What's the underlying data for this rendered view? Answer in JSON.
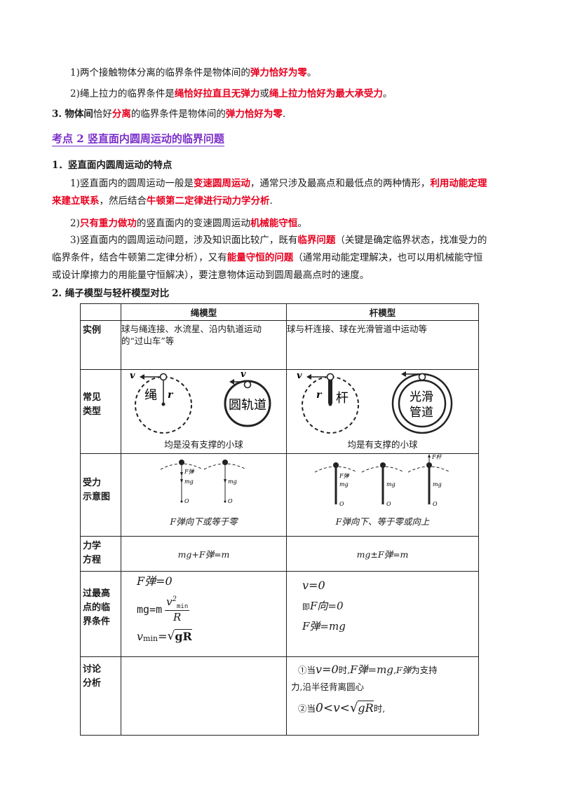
{
  "intro": {
    "l1_pre": "1)两个接触物体分离的临界条件是物体间的",
    "l1_red": "弹力恰好为零",
    "l1_end": "。",
    "l2_pre": "2)绳上拉力的临界条件是",
    "l2_red1": "绳恰好拉直且无弹力",
    "l2_mid": "或",
    "l2_red2": "绳上拉力恰好为最大承受力",
    "l2_end": "。",
    "l3_num": "3.",
    "l3_pre": "物体间",
    "l3_mid1": "恰好",
    "l3_red1": "分离",
    "l3_mid2": "的临界条件是物体间的",
    "l3_red2": "弹力恰好为零",
    "l3_end": "."
  },
  "section": {
    "title": "考点 2 竖直面内圆周运动的临界问题"
  },
  "sub1": {
    "title": "1．竖直面内圆周运动的特点",
    "p1_pre": "1)竖直面内的圆周运动一般是",
    "p1_red1": "变速圆周运动",
    "p1_mid": "，通常只涉及最高点和最低点的两种情形，",
    "p1_red2": "利用动能定理",
    "p1_red3": "来建立联系",
    "p1_mid2": "，然后结合",
    "p1_red4": "牛顿第二定律进行动力学分析",
    "p1_end": ".",
    "p2_pre": "2)",
    "p2_red1": "只有重力做功",
    "p2_mid": "的竖直面内的变速圆周运动",
    "p2_red2": "机械能守恒",
    "p2_end": "。",
    "p3_a": "3)竖直面内的圆周运动问题，涉及知识面比较广，既有",
    "p3_red1": "临界问题",
    "p3_b": "（关键是确定临界状态，找准受力的",
    "p3_c": "临界条件，结合牛顿第二定律分析），又有",
    "p3_red2": "能量守恒的问题",
    "p3_d": "（通常用动能定理解决，也可以用机械能守恒",
    "p3_e": "或设计摩擦力的用能量守恒解决），要注意物体运动到圆周最高点时的速度。"
  },
  "sub2": {
    "title": "2. 绳子模型与轻杆模型对比"
  },
  "table": {
    "col_rope": "绳模型",
    "col_rod": "杆模型",
    "row1_head": "实例",
    "row1_rope_a": "球与绳连接、水流星、沿内轨道运动",
    "row1_rope_b": "的“过山车”等",
    "row1_rod": "球与杆连接、球在光滑管道中运动等",
    "row2_head_a": "常见",
    "row2_head_b": "类型",
    "rope_label": "绳",
    "rope_r": "r",
    "rope_v": "v",
    "track_label": "圆轨道",
    "track_v": "v",
    "rope_caption": "均是没有支撑的小球",
    "rod_label": "杆",
    "rod_r": "r",
    "rod_v": "v",
    "tube_label_a": "光滑",
    "tube_label_b": "管道",
    "rod_caption": "均是有支撑的小球",
    "row3_head_a": "受力",
    "row3_head_b": "示意图",
    "f_tan": "F弹",
    "mg": "mg",
    "o": "O",
    "f_rod_up": "F杆",
    "rope_force_caption": "F弹向下或等于零",
    "rod_force_caption": "F弹向下、等于零或向上",
    "row4_head_a": "力学",
    "row4_head_b": "方程",
    "rope_eq": "mg+F弹=m",
    "rod_eq": "mg±F弹=m",
    "row5_head_a": "过最高",
    "row5_head_b": "点的临",
    "row5_head_c": "界条件",
    "rope_c1": "F弹=0",
    "rope_c2_a": "mg=m",
    "rope_c2_num": "v",
    "rope_c2_sup": "2",
    "rope_c2_sub": "min",
    "rope_c2_den": "R",
    "rope_c3_v": "v",
    "rope_c3_sub": "min",
    "rope_c3_eq": "=",
    "rope_c3_rad": "gR",
    "rod_c1": "v=0",
    "rod_c2_pre": "即",
    "rod_c2": "F向=0",
    "rod_c3": "F弹=mg",
    "row6_head_a": "讨论",
    "row6_head_b": "分析",
    "rod_d1_a": "①当",
    "rod_d1_b": "v=0",
    "rod_d1_c": "时,",
    "rod_d1_d": "F弹=mg",
    "rod_d1_e": ",F弹",
    "rod_d1_f": "为支持",
    "rod_d1_g": "力,沿半径背离圆心",
    "rod_d2_a": "②当",
    "rod_d2_b": "0<v<",
    "rod_d2_rad": "gR",
    "rod_d2_c": "时,"
  }
}
